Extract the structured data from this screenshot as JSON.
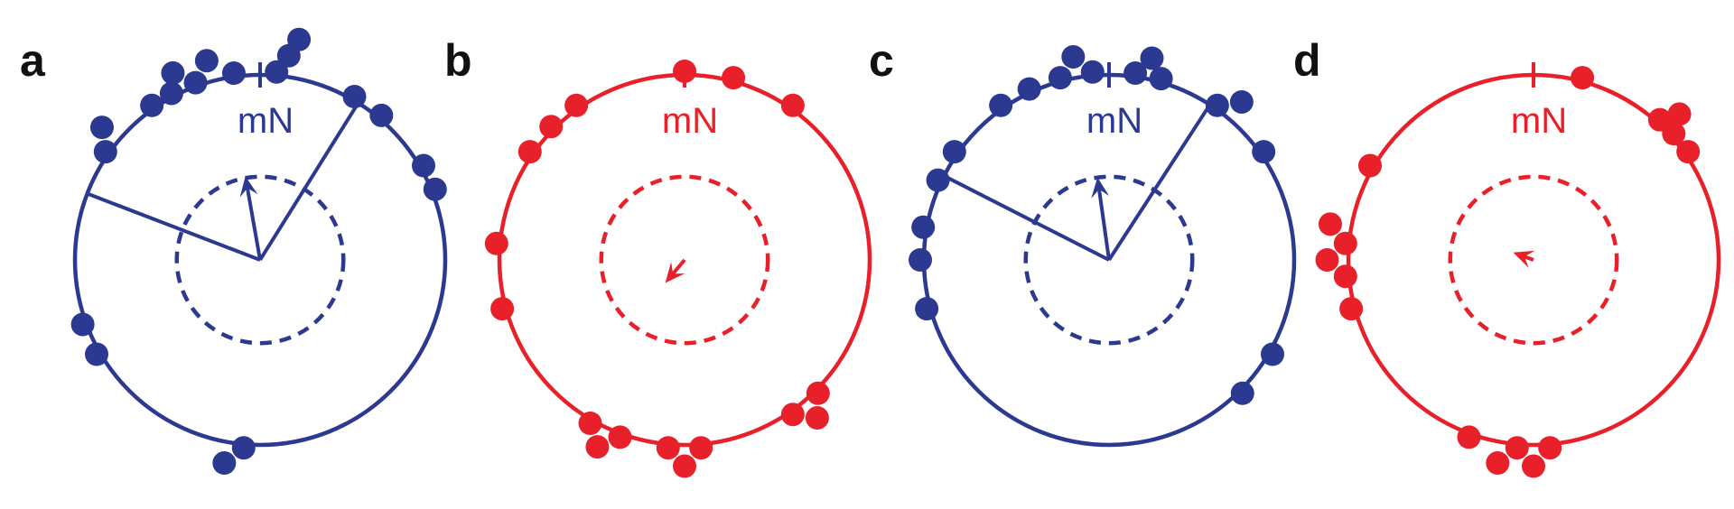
{
  "colors": {
    "blue": "#2b3990",
    "red": "#e8202a",
    "letter": "#111111"
  },
  "chart_data": [
    {
      "type": "circular-scatter",
      "panel": "a",
      "color": "#2b3990",
      "north_label": "mN",
      "bearings_deg": [
        352,
        5,
        8,
        10,
        345,
        340,
        335,
        332,
        325,
        310,
        305,
        30,
        40,
        60,
        68,
        250,
        240,
        185,
        190
      ],
      "mean_vector": {
        "direction_deg": 350,
        "length": 0.51
      },
      "confidence_interval_deg": [
        -69,
        32
      ],
      "significance_circle_radius": 0.5
    },
    {
      "type": "circular-scatter",
      "panel": "b",
      "color": "#e8202a",
      "north_label": "mN",
      "bearings_deg": [
        0,
        15,
        35,
        325,
        315,
        305,
        275,
        255,
        135,
        145,
        140,
        175,
        180,
        185,
        200,
        205,
        210
      ],
      "mean_vector": {
        "direction_deg": 220,
        "length": 0.18
      },
      "significance_circle_radius": 0.5
    },
    {
      "type": "circular-scatter",
      "panel": "c",
      "color": "#2b3990",
      "north_label": "mN",
      "bearings_deg": [
        355,
        350,
        345,
        335,
        325,
        8,
        12,
        16,
        35,
        40,
        55,
        305,
        295,
        280,
        270,
        255,
        120,
        135
      ],
      "mean_vector": {
        "direction_deg": 352,
        "length": 0.5
      },
      "confidence_interval_deg": [
        -63,
        33
      ],
      "significance_circle_radius": 0.5
    },
    {
      "type": "circular-scatter",
      "panel": "d",
      "color": "#e8202a",
      "north_label": "mN",
      "bearings_deg": [
        15,
        42,
        45,
        48,
        55,
        300,
        280,
        275,
        270,
        265,
        255,
        200,
        180,
        175,
        185,
        190
      ],
      "mean_vector": {
        "direction_deg": 290,
        "length": 0.13
      },
      "significance_circle_radius": 0.5
    }
  ]
}
